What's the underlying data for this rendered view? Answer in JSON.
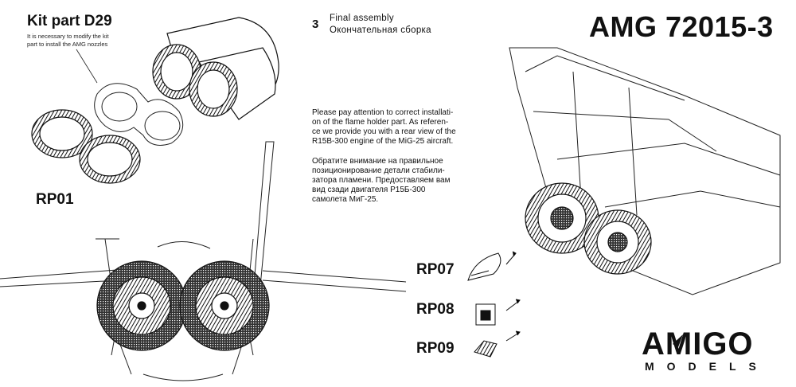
{
  "kit_part": {
    "title": "Kit part D29",
    "note_line1": "It is necessary to modify the kit",
    "note_line2": "part to install the AMG nozzles"
  },
  "step": {
    "number": "3",
    "title_en": "Final  assembly",
    "title_ru": "Окончательная сборка"
  },
  "product_code": "AMG 72015-3",
  "instructions_en": [
    "Please pay attention to correct installati-",
    "on of the  flame holder part.  As referen-",
    "ce we provide you with a rear view of the",
    "R15B-300 engine of the MiG-25 aircraft."
  ],
  "instructions_ru": [
    "Обратите  внимание  на  правильное",
    "позиционирование детали стабили-",
    "затора пламени. Предоставляем вам",
    "вид   сзади   двигателя    Р15Б-300",
    "самолета МиГ-25."
  ],
  "parts": {
    "rp01": "RP01",
    "rp07": "RP07",
    "rp08": "RP08",
    "rp09": "RP09"
  },
  "logo": {
    "name": "AMIGO",
    "subtitle": "MODELS"
  }
}
